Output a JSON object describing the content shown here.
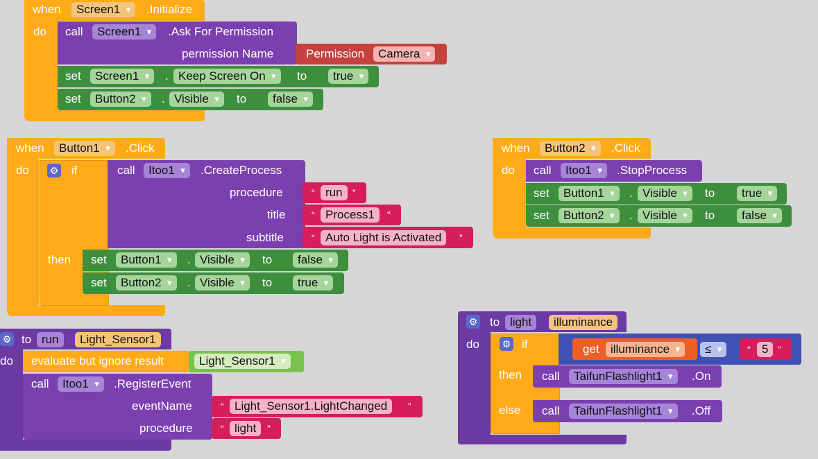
{
  "colors": {
    "event": "#ffab19",
    "procedure_call": "#7b3fb0",
    "setter": "#3d8f3d",
    "permission": "#c4413f",
    "text": "#d61e5b",
    "logic_compare": "#3f51b5",
    "variable_get": "#ee5e27"
  },
  "kw": {
    "when": "when",
    "do": "do",
    "call": "call",
    "set": "set",
    "to": "to",
    "dot": ".",
    "if": "if",
    "then": "then",
    "else": "else",
    "get": "get",
    "quote_open": "“",
    "quote_close": "”"
  },
  "block_initialize": {
    "component": "Screen1",
    "event": ".Initialize",
    "call_component": "Screen1",
    "call_method": ".Ask For Permission",
    "param_label": "permission Name",
    "permission_label": "Permission",
    "permission_value": "Camera",
    "set1_component": "Screen1",
    "set1_property": "Keep Screen On",
    "set1_value": "true",
    "set2_component": "Button2",
    "set2_property": "Visible",
    "set2_value": "false"
  },
  "block_button1": {
    "component": "Button1",
    "event": ".Click",
    "call_component": "Itoo1",
    "call_method": ".CreateProcess",
    "arg1_label": "procedure",
    "arg1_value": "run",
    "arg2_label": "title",
    "arg2_value": "Process1",
    "arg3_label": "subtitle",
    "arg3_value": "Auto Light is Activated",
    "set1_component": "Button1",
    "set1_property": "Visible",
    "set1_value": "false",
    "set2_component": "Button2",
    "set2_property": "Visible",
    "set2_value": "true"
  },
  "block_button2": {
    "component": "Button2",
    "event": ".Click",
    "call_component": "Itoo1",
    "call_method": ".StopProcess",
    "set1_component": "Button1",
    "set1_property": "Visible",
    "set1_value": "true",
    "set2_component": "Button2",
    "set2_property": "Visible",
    "set2_value": "false"
  },
  "block_run": {
    "proc_name": "run",
    "param": "Light_Sensor1",
    "evaluate_label": "evaluate but ignore result",
    "evaluate_value": "Light_Sensor1",
    "call_component": "Itoo1",
    "call_method": ".RegisterEvent",
    "arg1_label": "eventName",
    "arg1_value": "Light_Sensor1.LightChanged",
    "arg2_label": "procedure",
    "arg2_value": "light"
  },
  "block_light": {
    "proc_name": "light",
    "param": "illuminance",
    "get_var": "illuminance",
    "operator": "≤",
    "compare_value": "5",
    "then_component": "TaifunFlashlight1",
    "then_method": ".On",
    "else_component": "TaifunFlashlight1",
    "else_method": ".Off"
  }
}
